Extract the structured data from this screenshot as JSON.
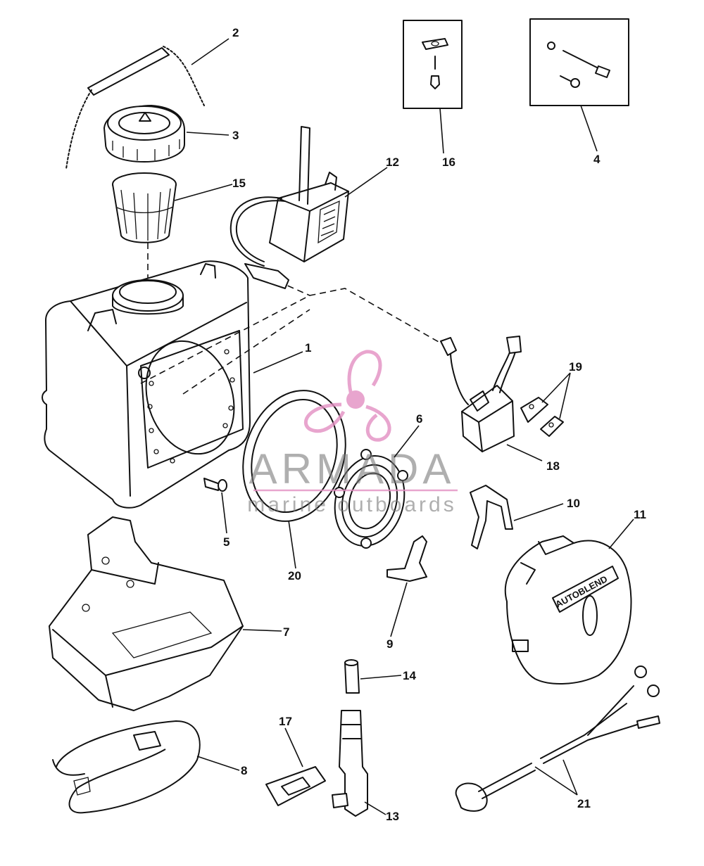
{
  "watermark": {
    "brand": "ARMADA",
    "tagline": "marine outboards",
    "color": "#e38fc2"
  },
  "callouts": [
    {
      "id": "2",
      "label": "2"
    },
    {
      "id": "3",
      "label": "3"
    },
    {
      "id": "15",
      "label": "15"
    },
    {
      "id": "16",
      "label": "16"
    },
    {
      "id": "4",
      "label": "4"
    },
    {
      "id": "12",
      "label": "12"
    },
    {
      "id": "1",
      "label": "1"
    },
    {
      "id": "19",
      "label": "19"
    },
    {
      "id": "18",
      "label": "18"
    },
    {
      "id": "6",
      "label": "6"
    },
    {
      "id": "10",
      "label": "10"
    },
    {
      "id": "11",
      "label": "11"
    },
    {
      "id": "5",
      "label": "5"
    },
    {
      "id": "20",
      "label": "20"
    },
    {
      "id": "9",
      "label": "9"
    },
    {
      "id": "7",
      "label": "7"
    },
    {
      "id": "14",
      "label": "14"
    },
    {
      "id": "17",
      "label": "17"
    },
    {
      "id": "8",
      "label": "8"
    },
    {
      "id": "13",
      "label": "13"
    },
    {
      "id": "21",
      "label": "21"
    }
  ],
  "cover_badge": "AUTOBLEND"
}
